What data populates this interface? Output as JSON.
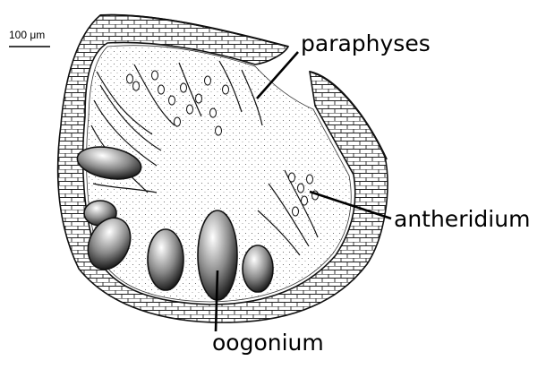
{
  "scale_bar": {
    "label": "100 μm"
  },
  "labels": {
    "paraphyses": "paraphyses",
    "antheridium": "antheridium",
    "oogonium": "oogonium"
  }
}
